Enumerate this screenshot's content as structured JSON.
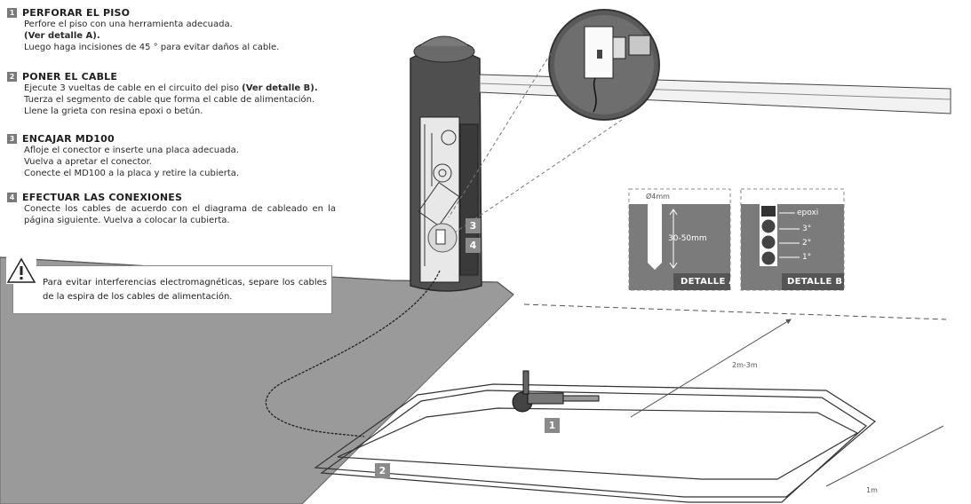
{
  "steps": [
    {
      "num": "1",
      "title": "PERFORAR EL PISO",
      "line1": "Perfore el piso con una herramienta adecuada.",
      "line2": "(Ver detalle A).",
      "line3": "Luego haga incisiones de 45 ° para evitar daños al cable."
    },
    {
      "num": "2",
      "title": "PONER EL CABLE",
      "line1a": "Ejecute 3 vueltas de cable en el circuito del piso ",
      "line1b": "(Ver detalle B).",
      "line2": "Tuerza el segmento de cable que forma el cable de alimentación.",
      "line3": "Llene la grieta con resina epoxi o betún."
    },
    {
      "num": "3",
      "title": "ENCAJAR MD100",
      "line1": "Afloje el conector e inserte una placa adecuada.",
      "line2": "Vuelva a apretar el conector.",
      "line3": "Conecte el MD100 a la placa y retire la cubierta."
    },
    {
      "num": "4",
      "title": "EFECTUAR LAS CONEXIONES",
      "line1": "Conecte los cables de acuerdo con el diagrama de cableado en la página siguiente. Vuelva a colocar la cubierta."
    }
  ],
  "warning": {
    "text": "Para evitar interferencias electromagnéticas, separe los cables de la espira de los cables de alimentación.",
    "icon": "warning-triangle-icon"
  },
  "callouts": {
    "c1": "1",
    "c2": "2",
    "c3": "3",
    "c4": "4"
  },
  "detail_a": {
    "label": "DETALLE A",
    "diameter": "Ø4mm",
    "depth": "30-50mm"
  },
  "detail_b": {
    "label": "DETALLE B",
    "epoxy": "epoxi",
    "t3": "3°",
    "t2": "2°",
    "t1": "1°"
  },
  "dims": {
    "width": "2m-3m",
    "offset": "1m"
  },
  "colors": {
    "panel": "#7b7b7b",
    "floor": "#9a9a9a",
    "post": "#555555"
  }
}
